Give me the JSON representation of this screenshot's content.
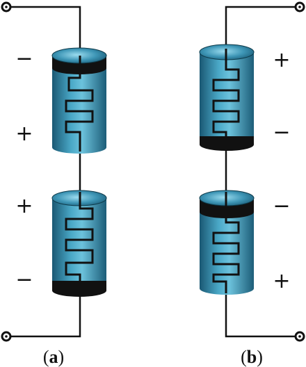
{
  "panels": [
    {
      "id": "a",
      "caption_open": "(",
      "caption_letter": "a",
      "caption_close": ")",
      "cells": [
        {
          "top_sign": "−",
          "bottom_sign": "+",
          "band": "top"
        },
        {
          "top_sign": "+",
          "bottom_sign": "−",
          "band": "bottom"
        }
      ]
    },
    {
      "id": "b",
      "caption_open": "(",
      "caption_letter": "b",
      "caption_close": ")",
      "cells": [
        {
          "top_sign": "+",
          "bottom_sign": "−",
          "band": "bottom"
        },
        {
          "top_sign": "−",
          "bottom_sign": "+",
          "band": "top"
        }
      ]
    }
  ],
  "colors": {
    "body_dark": "#1b5f79",
    "body_light": "#5fb8d4",
    "band": "#111111",
    "wire": "#111111"
  }
}
